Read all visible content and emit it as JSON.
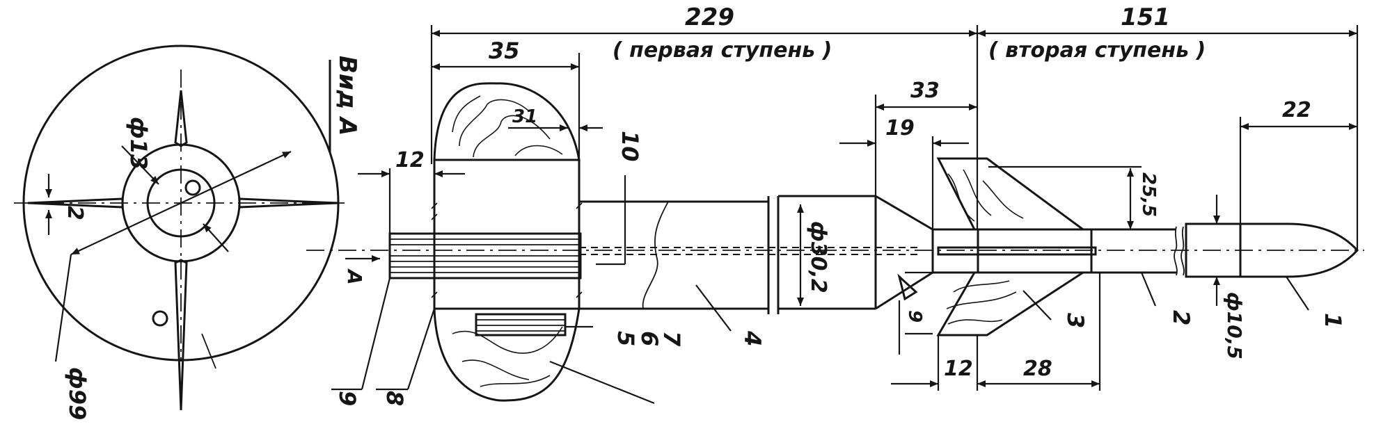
{
  "drawing": {
    "overall_stage1": "229",
    "overall_stage2": "151",
    "stage1_label": "( первая  ступень )",
    "stage2_label": "( вторая  ступень )",
    "view_label": "Вид А",
    "arrow_letter": "А",
    "dimensions": {
      "d35": "35",
      "d31": "31",
      "d12_top": "12",
      "d33": "33",
      "d19": "19",
      "d22": "22",
      "d25_5": "25,5",
      "d9": "9",
      "d12_bottom": "12",
      "d28": "28",
      "d2": "2",
      "phi13": "ф13",
      "phi30_2": "ф30,2",
      "phi10_5": "ф10,5",
      "phi99": "ф99"
    },
    "callouts": [
      "1",
      "2",
      "3",
      "4",
      "5",
      "6",
      "7",
      "8",
      "9",
      "10"
    ]
  }
}
